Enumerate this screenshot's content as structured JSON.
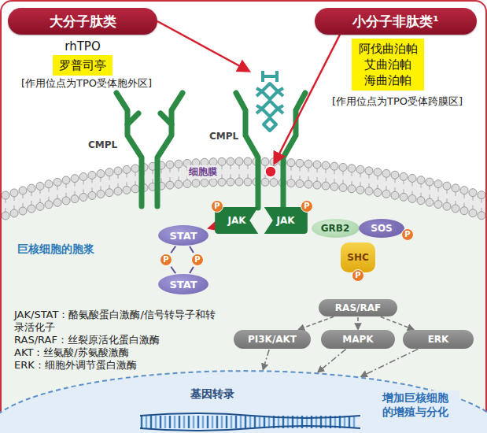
{
  "diagram": {
    "nodes": [
      {
        "text": [
          "大分子肽类"
        ]
      },
      {
        "text": [
          "小分子非肽类¹"
        ]
      },
      {
        "text": [
          "罗普司亭"
        ]
      },
      {
        "text": [
          "阿伐曲泊帕",
          "艾曲泊帕",
          "海曲泊帕"
        ]
      },
      {
        "text": [
          "JAK"
        ]
      },
      {
        "text": [
          "JAK"
        ]
      },
      {
        "text": [
          "P"
        ]
      },
      {
        "text": [
          "P"
        ]
      },
      {
        "text": [
          "STAT"
        ]
      },
      {
        "text": [
          "P"
        ]
      },
      {
        "text": [
          "P"
        ]
      },
      {
        "text": [
          "STAT"
        ]
      },
      {
        "text": [
          "GRB2"
        ]
      },
      {
        "text": [
          "SOS"
        ]
      },
      {
        "text": [
          "P"
        ]
      },
      {
        "text": [
          "SHC"
        ]
      },
      {
        "text": [
          "P"
        ]
      },
      {
        "text": [
          "RAS/RAF"
        ]
      },
      {
        "text": [
          "PI3K/AKT"
        ]
      },
      {
        "text": [
          "MAPK"
        ]
      },
      {
        "text": [
          "ERK"
        ]
      },
      {
        "text": [
          "基因转录"
        ]
      }
    ],
    "edges": [
      {
        "from": 4,
        "to": 8,
        "arrow": "to"
      },
      {
        "from": 8,
        "to": 9,
        "arrow": "none"
      },
      {
        "from": 8,
        "to": 10,
        "arrow": "none"
      },
      {
        "from": 9,
        "to": 11,
        "arrow": "none"
      },
      {
        "from": 10,
        "to": 11,
        "arrow": "none"
      },
      {
        "from": 17,
        "to": 18,
        "arrow": "to"
      },
      {
        "from": 17,
        "to": 19,
        "arrow": "to"
      },
      {
        "from": 17,
        "to": 20,
        "arrow": "to"
      },
      {
        "from": 18,
        "to": 21,
        "arrow": "to"
      },
      {
        "from": 19,
        "to": 21,
        "arrow": "to"
      },
      {
        "from": 20,
        "to": 21,
        "arrow": "to"
      }
    ],
    "labels": [
      "rhTPO",
      "[作用位点为TPO受体胞外区]",
      "[作用位点为TPO受体跨膜区]",
      "CMPL",
      "CMPL",
      "细胞膜",
      "巨核细胞的胞浆",
      "JAK/STAT：酪氨酸蛋白激酶/信号转导子和转录活化子",
      "RAS/RAF：丝裂原活化蛋白激酶",
      "AKT：丝氨酸/苏氨酸激酶",
      "ERK：细胞外调节蛋白激酶",
      "增加巨核细胞的增殖与分化"
    ]
  }
}
